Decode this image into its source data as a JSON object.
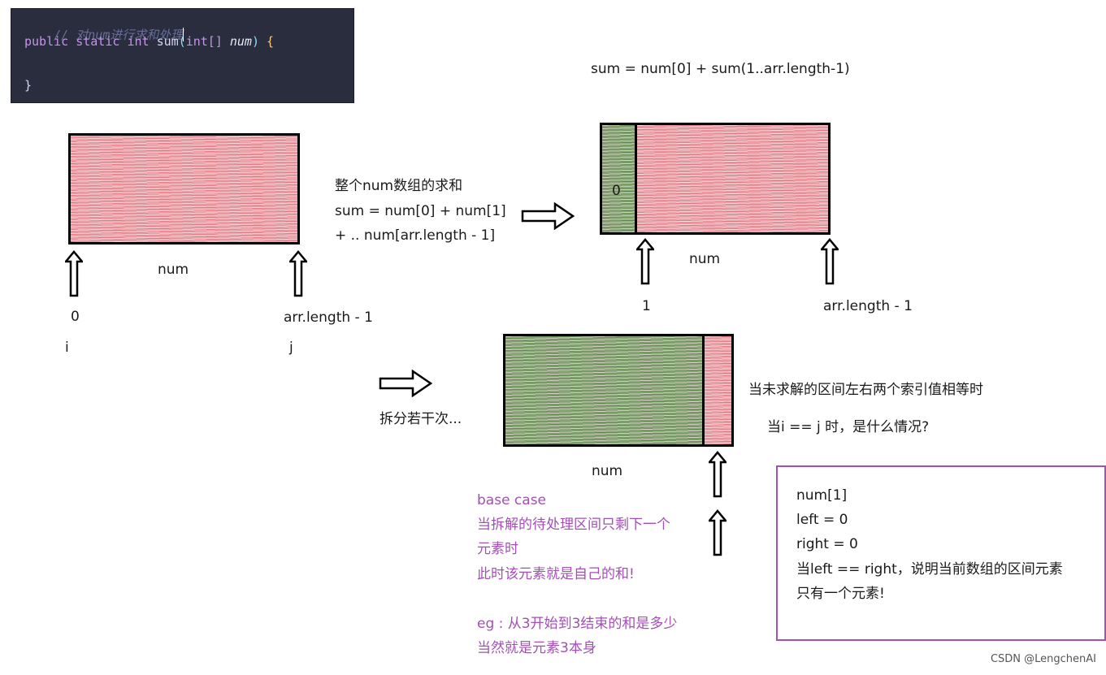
{
  "code": {
    "comment": "// 对num进行求和处理",
    "kw_public": "public",
    "kw_static": "static",
    "kw_int": "int",
    "fn_name": "sum",
    "open_paren": "(",
    "param_type": "int[]",
    "param_name": "num",
    "close_paren": ")",
    "open_brace": "{",
    "close_brace": "}"
  },
  "diagram1": {
    "box_label": "num",
    "left_index": "0",
    "left_var": "i",
    "right_index": "arr.length - 1",
    "right_var": "j"
  },
  "explain1": {
    "line1": "整个num数组的求和",
    "line2": "sum = num[0] + num[1]",
    "line3": "+ .. num[arr.length - 1]"
  },
  "diagram2": {
    "formula": "sum = num[0] + sum(1..arr.length-1)",
    "cell_label": "0",
    "box_label": "num",
    "left_index": "1",
    "right_index": "arr.length - 1"
  },
  "split_label": "拆分若干次...",
  "diagram3": {
    "box_label": "num",
    "note1": "当未求解的区间左右两个索引值相等时",
    "note2": "当i == j 时，是什么情况?"
  },
  "base_case": {
    "lines": [
      "base case",
      "当拆解的待处理区间只剩下一个",
      "元素时",
      "此时该元素就是自己的和!",
      "",
      "eg : 从3开始到3结束的和是多少",
      "当然就是元素3本身"
    ]
  },
  "info_box": {
    "lines": [
      "num[1]",
      "left = 0",
      "right = 0",
      "当left == right，说明当前数组的区间元素",
      "只有一个元素!"
    ]
  },
  "watermark": "CSDN @LengchenAI",
  "colors": {
    "red_fill": "#e9a7ad",
    "green_fill": "#8aa27a",
    "purple_text": "#a34fb6",
    "code_bg": "#292d3e"
  }
}
